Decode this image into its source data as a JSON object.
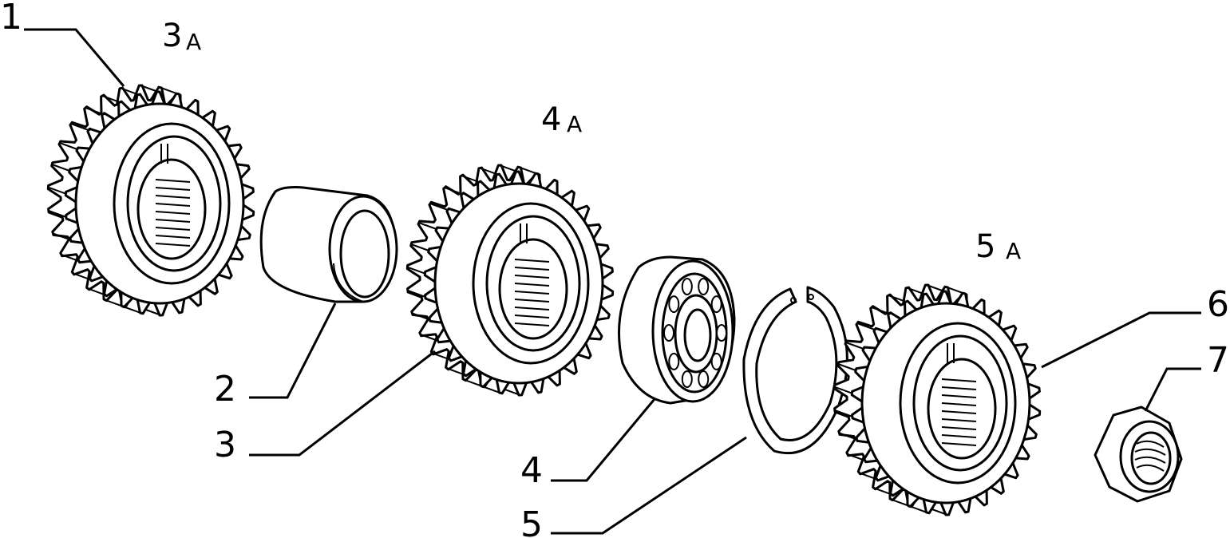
{
  "callouts": [
    "1",
    "2",
    "3",
    "4",
    "5",
    "6",
    "7"
  ],
  "gear_tags": [
    {
      "number": "3",
      "suffix": "A"
    },
    {
      "number": "4",
      "suffix": "A"
    },
    {
      "number": "5",
      "suffix": "A"
    }
  ]
}
